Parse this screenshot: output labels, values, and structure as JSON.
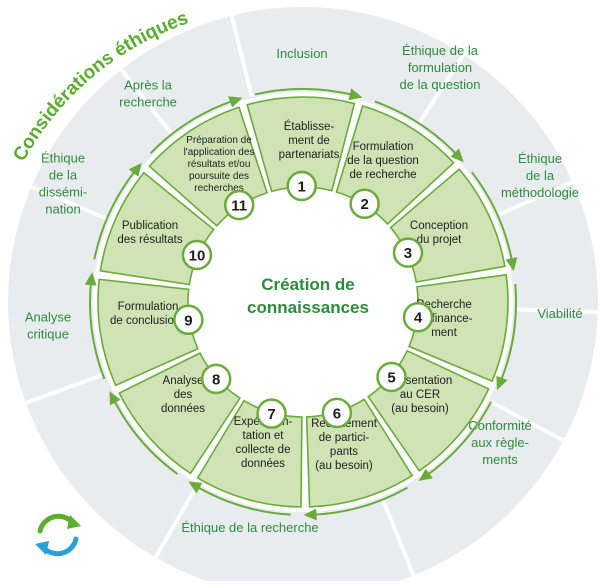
{
  "center": {
    "line1": "Création de",
    "line2": "connaissances"
  },
  "outer_title": "Considérations éthiques",
  "outer_labels": [
    {
      "lines": [
        "Inclusion"
      ]
    },
    {
      "lines": [
        "Éthique de la",
        "formulation",
        "de la question"
      ]
    },
    {
      "lines": [
        "Éthique",
        "de la",
        "méthodologie"
      ]
    },
    {
      "lines": [
        "Viabilité"
      ]
    },
    {
      "lines": [
        "Conformité",
        "aux règle-",
        "ments"
      ]
    },
    {
      "lines": [
        "Éthique de la recherche"
      ]
    },
    {
      "lines": [
        "Analyse",
        "critique"
      ]
    },
    {
      "lines": [
        "Éthique",
        "de la",
        "dissémi-",
        "nation"
      ]
    },
    {
      "lines": [
        "Après la",
        "recherche"
      ]
    }
  ],
  "steps": [
    {
      "number": "1",
      "lines": [
        "Établisse-",
        "ment de",
        "partenariats"
      ]
    },
    {
      "number": "2",
      "lines": [
        "Formulation",
        "de la question",
        "de recherche"
      ]
    },
    {
      "number": "3",
      "lines": [
        "Conception",
        "du projet"
      ]
    },
    {
      "number": "4",
      "lines": [
        "Recherche",
        "de finance-",
        "ment"
      ]
    },
    {
      "number": "5",
      "lines": [
        "Présentation",
        "au CER",
        "(au besoin)"
      ]
    },
    {
      "number": "6",
      "lines": [
        "Recrutement",
        "de partici-",
        "pants",
        "(au besoin)"
      ]
    },
    {
      "number": "7",
      "lines": [
        "Expérimen-",
        "tation et",
        "collecte de",
        "données"
      ]
    },
    {
      "number": "8",
      "lines": [
        "Analyse",
        "des",
        "données"
      ]
    },
    {
      "number": "9",
      "lines": [
        "Formulation",
        "de conclusions"
      ]
    },
    {
      "number": "10",
      "lines": [
        "Publication",
        "des résultats"
      ]
    },
    {
      "number": "11",
      "lines": [
        "Préparation de",
        "l'application des",
        "résultats et/ou",
        "poursuite des",
        "recherches"
      ]
    }
  ],
  "colors": {
    "outer_ring": "#e8ecef",
    "outer_separator": "#ffffff",
    "segment_fill": "#cfe3b4",
    "segment_stroke": "#6aab3c",
    "arrow": "#6aab3c",
    "badge_fill": "#ffffff",
    "badge_stroke": "#6aab3c",
    "badge_text": "#1f1f1f",
    "center_text": "#2e8b3e",
    "label_green": "#2e8b3e",
    "title_green": "#5aad2e",
    "cycle_green": "#5aad2e",
    "cycle_blue": "#2a9fd8"
  },
  "icons": {
    "cycle": "refresh-cycle-icon"
  }
}
